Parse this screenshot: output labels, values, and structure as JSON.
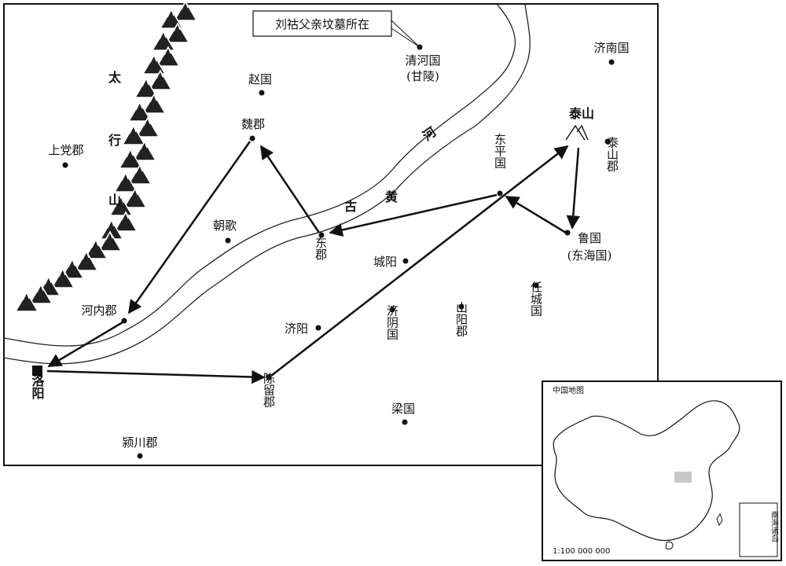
{
  "callout": {
    "text": "刘祜父亲坟墓所在"
  },
  "places": {
    "qinghe": "清河国",
    "qinghe_sub": "(甘陵)",
    "zhao": "赵国",
    "wei": "魏郡",
    "shangdang": "上党郡",
    "zhaoge": "朝歌",
    "dong": "东郡",
    "dongping": "东平国",
    "taishan": "泰山",
    "taishan_jun": "泰山郡",
    "jinan_guo": "济南国",
    "lu": "鲁国",
    "lu_sub": "(东海国)",
    "chengyang": "城阳",
    "jiyang": "济阳",
    "jiyin": "济阴国",
    "shanyang": "山阳郡",
    "rencheng": "任城国",
    "henei": "河内郡",
    "luoyang": "洛阳",
    "chenliu": "陈留郡",
    "liang": "梁国",
    "yingchuan": "颍川郡"
  },
  "features": {
    "taihang_1": "太",
    "taihang_2": "行",
    "taihang_3": "山",
    "river_1": "古",
    "river_2": "黄",
    "river_3": "河"
  },
  "inset": {
    "title": "中国地图",
    "scale": "1:100 000 000",
    "south_sea": "南海诸岛"
  },
  "route": {
    "description_stops": [
      "洛阳",
      "陈留郡",
      "泰山",
      "鲁国",
      "东平国",
      "东郡",
      "魏郡",
      "河内郡",
      "洛阳"
    ]
  },
  "colors": {
    "line": "#111111",
    "background": "#ffffff",
    "highlight": "#c8c8c8"
  },
  "icons": {
    "capital": "square-marker",
    "city": "dot-marker",
    "mountain": "peak-icon"
  }
}
